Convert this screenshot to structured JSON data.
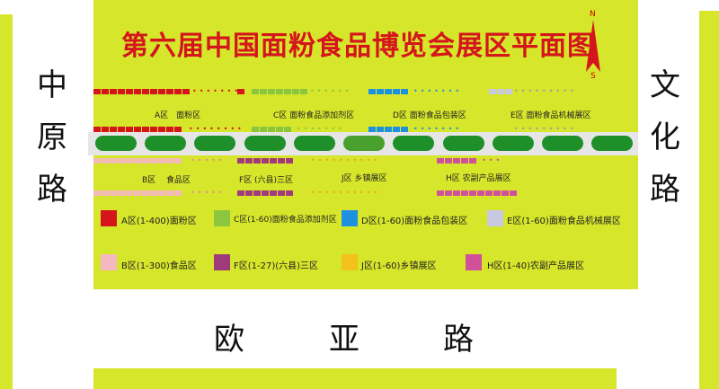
{
  "title": "第六届中国面粉食品博览会展区平面图",
  "compass": {
    "north": "N",
    "south": "S"
  },
  "roads": {
    "left": [
      "中",
      "原",
      "路"
    ],
    "right": [
      "文",
      "化",
      "路"
    ],
    "bottom": [
      "欧",
      "亚",
      "路"
    ]
  },
  "zones_top": [
    {
      "label": "A区　面粉区"
    },
    {
      "label": "C区 面粉食品添加剂区"
    },
    {
      "label": "D区 面粉食品包装区"
    },
    {
      "label": "E区 面粉食品机械展区"
    }
  ],
  "zones_bottom": [
    {
      "label": "B区　 食品区"
    },
    {
      "label": "F区 (六县)三区"
    },
    {
      "label": "J区 乡镇展区"
    },
    {
      "label": "H区 农副产品展区"
    }
  ],
  "legend": [
    {
      "label": "A区(1-400)面粉区",
      "color": "#d4151c"
    },
    {
      "label": "C区(1-60)面粉食品添加剂区",
      "color": "#8cc63f"
    },
    {
      "label": "D区(1-60)面粉食品包装区",
      "color": "#1e90e0"
    },
    {
      "label": "E区(1-60)面粉食品机械展区",
      "color": "#c8c8e0"
    },
    {
      "label": "B区(1-300)食品区",
      "color": "#f4b8c0"
    },
    {
      "label": "F区(1-27)(六县)三区",
      "color": "#a03a7a"
    },
    {
      "label": "J区(1-60)乡镇展区",
      "color": "#f2c21a"
    },
    {
      "label": "H区(1-40)农副产品展区",
      "color": "#d0509a"
    }
  ],
  "colors": {
    "background": "#d6e62a",
    "title": "#d4151c",
    "pill": "#1f8f2a"
  }
}
